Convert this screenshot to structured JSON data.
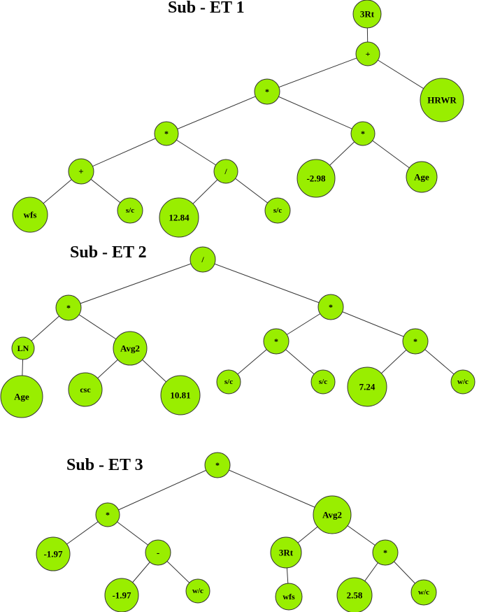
{
  "colors": {
    "node_fill": "#99ee00",
    "node_stroke": "#333333",
    "edge": "#333333"
  },
  "trees": [
    {
      "title": "Sub - ET 1",
      "nodes": [
        {
          "id": "t1n1",
          "label": "3Rt"
        },
        {
          "id": "t1n2",
          "label": "+"
        },
        {
          "id": "t1n3",
          "label": "*"
        },
        {
          "id": "t1n4",
          "label": "HRWR"
        },
        {
          "id": "t1n5",
          "label": "*"
        },
        {
          "id": "t1n6",
          "label": "*"
        },
        {
          "id": "t1n7",
          "label": "+"
        },
        {
          "id": "t1n8",
          "label": "/"
        },
        {
          "id": "t1n9",
          "label": "-2.98"
        },
        {
          "id": "t1n10",
          "label": "Age"
        },
        {
          "id": "t1n11",
          "label": "wfs"
        },
        {
          "id": "t1n12",
          "label": "s/c"
        },
        {
          "id": "t1n13",
          "label": "12.84"
        },
        {
          "id": "t1n14",
          "label": "s/c"
        }
      ],
      "edges": [
        [
          "t1n1",
          "t1n2"
        ],
        [
          "t1n2",
          "t1n3"
        ],
        [
          "t1n2",
          "t1n4"
        ],
        [
          "t1n3",
          "t1n5"
        ],
        [
          "t1n3",
          "t1n6"
        ],
        [
          "t1n5",
          "t1n7"
        ],
        [
          "t1n5",
          "t1n8"
        ],
        [
          "t1n6",
          "t1n9"
        ],
        [
          "t1n6",
          "t1n10"
        ],
        [
          "t1n7",
          "t1n11"
        ],
        [
          "t1n7",
          "t1n12"
        ],
        [
          "t1n8",
          "t1n13"
        ],
        [
          "t1n8",
          "t1n14"
        ]
      ]
    },
    {
      "title": "Sub - ET 2",
      "nodes": [
        {
          "id": "t2n1",
          "label": "/"
        },
        {
          "id": "t2n2",
          "label": "*"
        },
        {
          "id": "t2n3",
          "label": "*"
        },
        {
          "id": "t2n4",
          "label": "LN"
        },
        {
          "id": "t2n5",
          "label": "Avg2"
        },
        {
          "id": "t2n6",
          "label": "*"
        },
        {
          "id": "t2n7",
          "label": "*"
        },
        {
          "id": "t2n8",
          "label": "Age"
        },
        {
          "id": "t2n9",
          "label": "csc"
        },
        {
          "id": "t2n10",
          "label": "10.81"
        },
        {
          "id": "t2n11",
          "label": "s/c"
        },
        {
          "id": "t2n12",
          "label": "s/c"
        },
        {
          "id": "t2n13",
          "label": "7.24"
        },
        {
          "id": "t2n14",
          "label": "w/c"
        }
      ],
      "edges": [
        [
          "t2n1",
          "t2n2"
        ],
        [
          "t2n1",
          "t2n3"
        ],
        [
          "t2n2",
          "t2n4"
        ],
        [
          "t2n2",
          "t2n5"
        ],
        [
          "t2n3",
          "t2n6"
        ],
        [
          "t2n3",
          "t2n7"
        ],
        [
          "t2n4",
          "t2n8"
        ],
        [
          "t2n5",
          "t2n9"
        ],
        [
          "t2n5",
          "t2n10"
        ],
        [
          "t2n6",
          "t2n11"
        ],
        [
          "t2n6",
          "t2n12"
        ],
        [
          "t2n7",
          "t2n13"
        ],
        [
          "t2n7",
          "t2n14"
        ]
      ]
    },
    {
      "title": "Sub - ET 3",
      "nodes": [
        {
          "id": "t3n1",
          "label": "*"
        },
        {
          "id": "t3n2",
          "label": "*"
        },
        {
          "id": "t3n3",
          "label": "Avg2"
        },
        {
          "id": "t3n4",
          "label": "-1.97"
        },
        {
          "id": "t3n5",
          "label": "-"
        },
        {
          "id": "t3n6",
          "label": "3Rt"
        },
        {
          "id": "t3n7",
          "label": "*"
        },
        {
          "id": "t3n8",
          "label": "-1.97"
        },
        {
          "id": "t3n9",
          "label": "w/c"
        },
        {
          "id": "t3n10",
          "label": "wfs"
        },
        {
          "id": "t3n11",
          "label": "2.58"
        },
        {
          "id": "t3n12",
          "label": "w/c"
        }
      ],
      "edges": [
        [
          "t3n1",
          "t3n2"
        ],
        [
          "t3n1",
          "t3n3"
        ],
        [
          "t3n2",
          "t3n4"
        ],
        [
          "t3n2",
          "t3n5"
        ],
        [
          "t3n3",
          "t3n6"
        ],
        [
          "t3n3",
          "t3n7"
        ],
        [
          "t3n5",
          "t3n8"
        ],
        [
          "t3n5",
          "t3n9"
        ],
        [
          "t3n6",
          "t3n10"
        ],
        [
          "t3n7",
          "t3n11"
        ],
        [
          "t3n7",
          "t3n12"
        ]
      ]
    }
  ]
}
